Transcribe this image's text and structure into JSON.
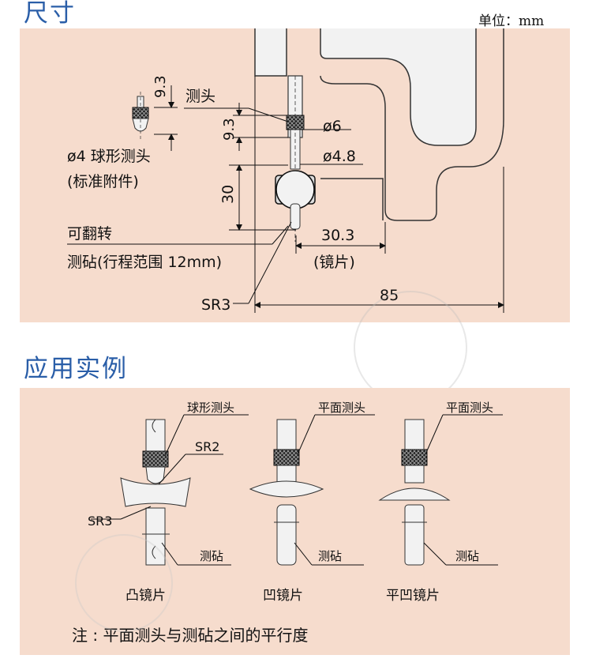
{
  "header": {
    "title": "尺寸",
    "unit": "单位：mm"
  },
  "dims": {
    "probe_head": "测头",
    "d6": "ø6",
    "d48": "ø4.8",
    "h93a": "9.3",
    "h93b": "9.3",
    "h30": "30",
    "ball_probe_line1": "ø4 球形测头",
    "ball_probe_line2": "(标准附件)",
    "reversible": "可翻转",
    "anvil": "测砧(行程范围 12mm)",
    "w303": "30.3",
    "lens": "(镜片)",
    "w85": "85",
    "sr3": "SR3"
  },
  "usage": {
    "title": "应用实例",
    "ex1": {
      "probe": "球形测头",
      "sr2": "SR2",
      "sr3": "SR3",
      "anvil": "测砧",
      "caption": "凸镜片"
    },
    "ex2": {
      "probe": "平面测头",
      "anvil": "测砧",
      "caption": "凹镜片"
    },
    "ex3": {
      "probe": "平面测头",
      "anvil": "测砧",
      "caption": "平凹镜片"
    },
    "note": "注 : 平面测头与测砧之间的平行度"
  }
}
